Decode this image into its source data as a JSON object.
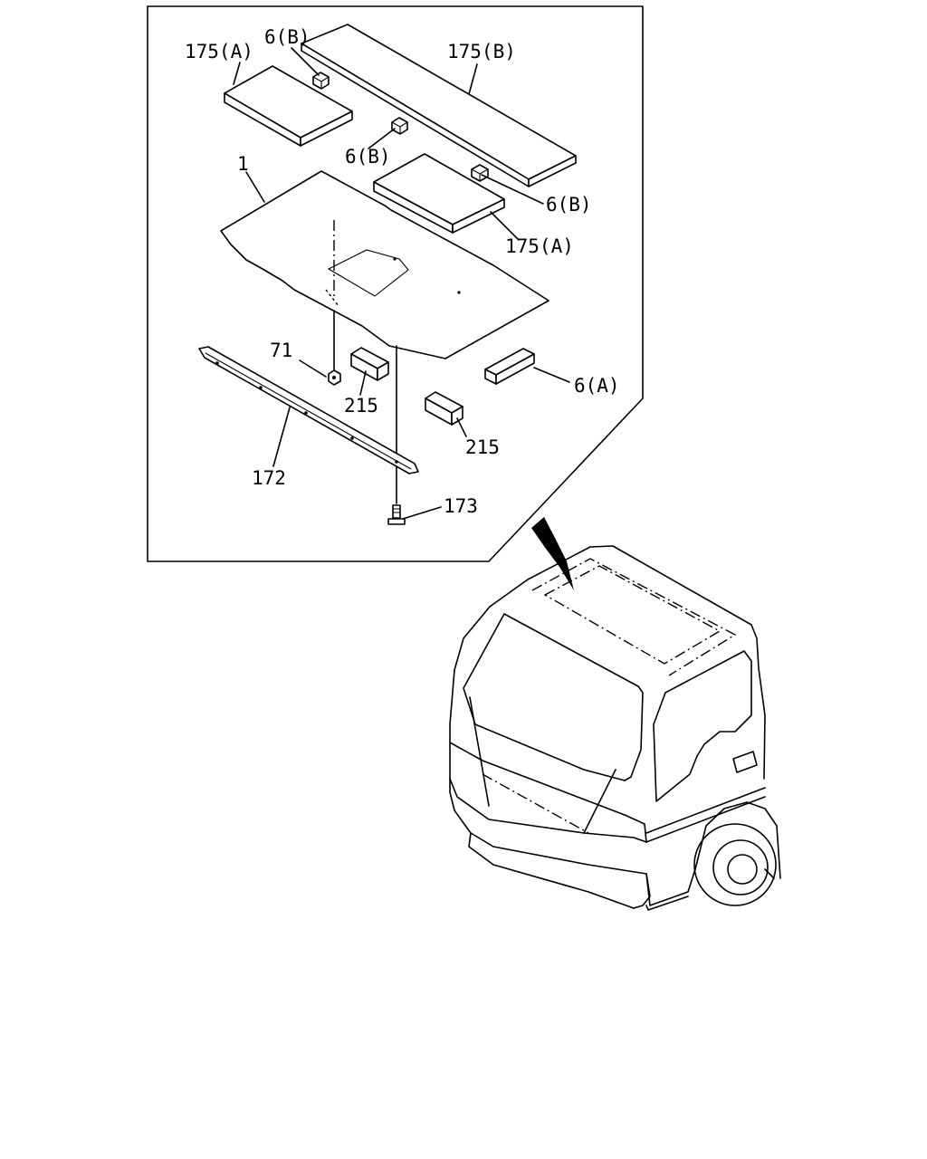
{
  "callouts": {
    "mat_left": "175(A)",
    "clip_top": "6(B)",
    "mat_long": "175(B)",
    "clip_mid": "6(B)",
    "clip_right": "6(B)",
    "mat_center": "175(A)",
    "panel": "1",
    "nut": "71",
    "block_a": "215",
    "block_b": "215",
    "pad": "6(A)",
    "sill_trim": "172",
    "screw": "173"
  }
}
